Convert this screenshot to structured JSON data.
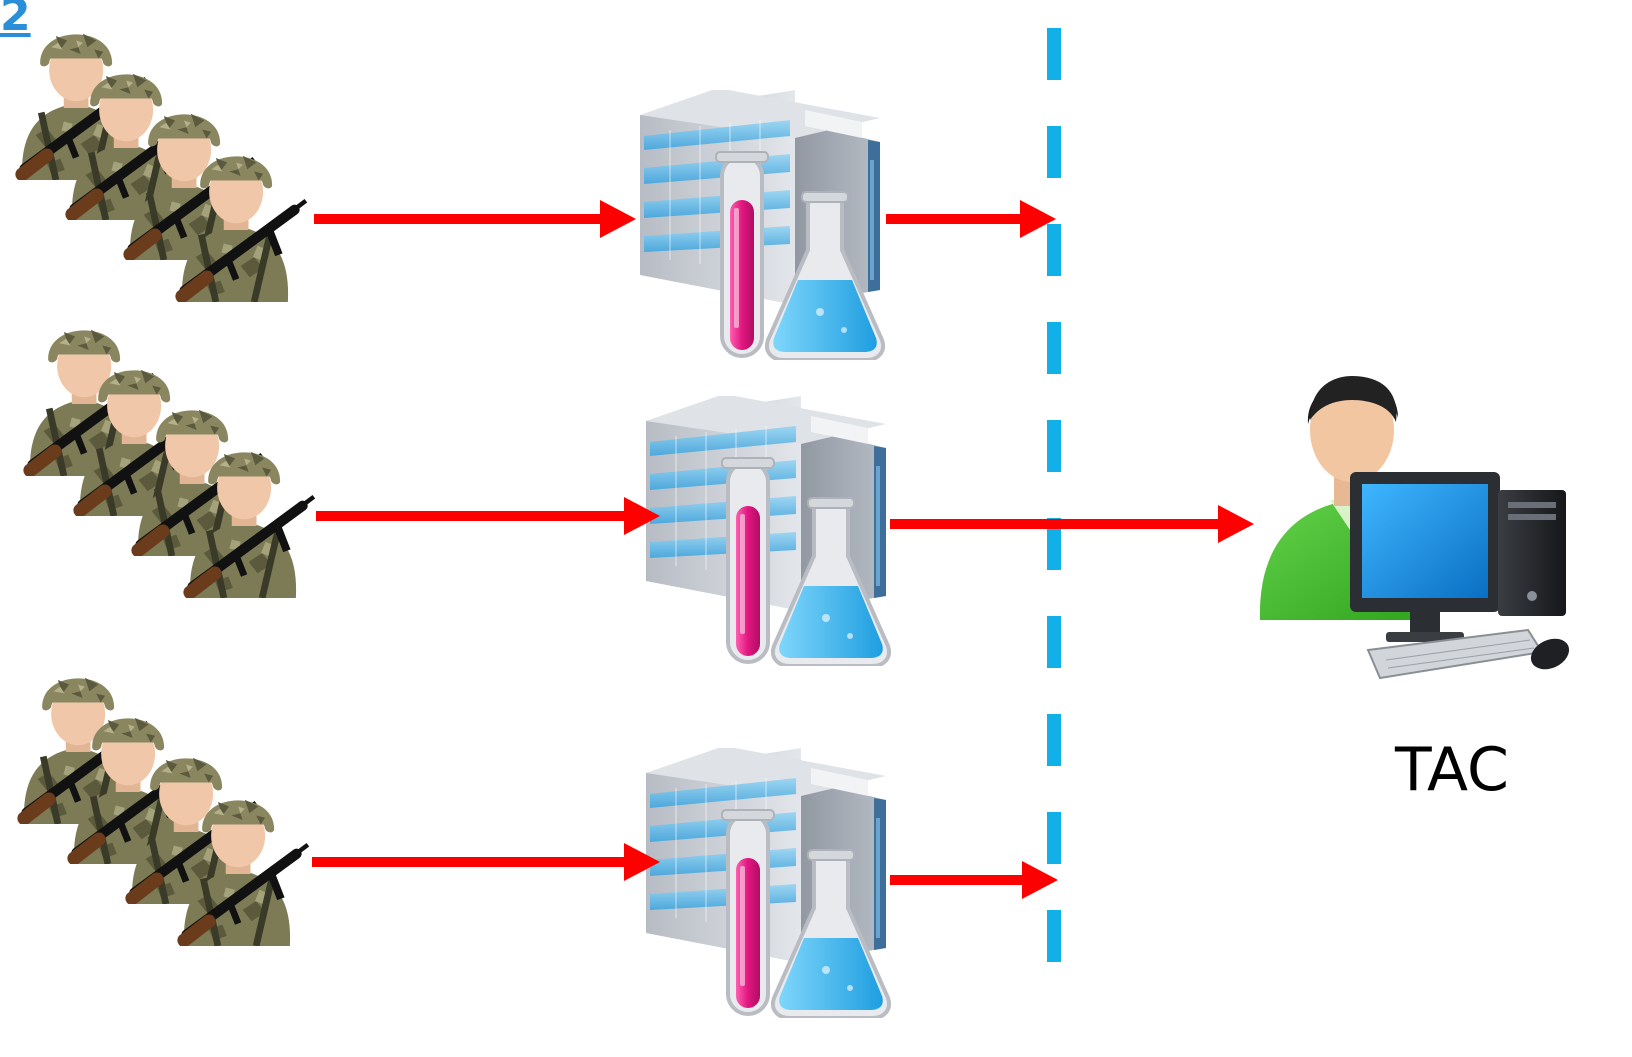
{
  "diagram": {
    "corner_number": "2",
    "receiver_label": "TAC",
    "groups": [
      {
        "name": "soldier-group-1"
      },
      {
        "name": "soldier-group-2"
      },
      {
        "name": "soldier-group-3"
      }
    ],
    "labs": [
      {
        "name": "lab-1"
      },
      {
        "name": "lab-2"
      },
      {
        "name": "lab-3"
      }
    ],
    "colors": {
      "arrow": "#ff0000",
      "divider": "#11b0e8",
      "shirt": "#3fbf2a",
      "tube_liquid": "#e0167f",
      "flask_liquid": "#2fb5ef",
      "building": "#c9ccd1",
      "building_glass": "#7cc6ea",
      "camo": "#7a7a55"
    },
    "icons": [
      "soldier-icon",
      "lab-building-icon",
      "test-tube-icon",
      "flask-icon",
      "user-computer-icon"
    ]
  }
}
